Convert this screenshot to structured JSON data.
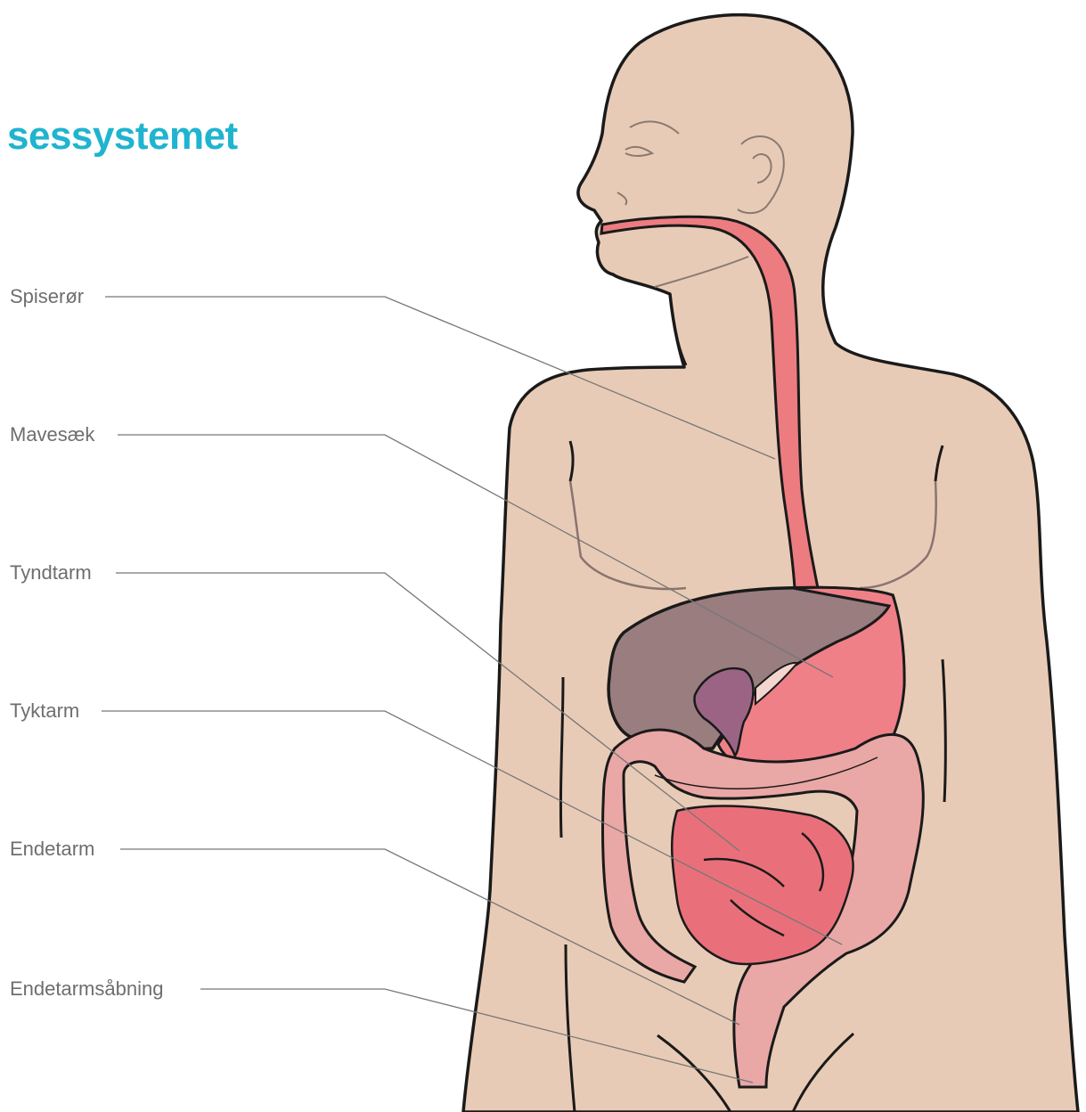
{
  "title": "sessystemet",
  "labels": [
    {
      "id": "spiseror",
      "text": "Spiserør"
    },
    {
      "id": "mavesaek",
      "text": "Mavesæk"
    },
    {
      "id": "tyndtarm",
      "text": "Tyndtarm"
    },
    {
      "id": "tyktarm",
      "text": "Tyktarm"
    },
    {
      "id": "endetarm",
      "text": "Endetarm"
    },
    {
      "id": "endetarmsaabning",
      "text": "Endetarmsåbning"
    }
  ],
  "colors": {
    "title": "#1fb4cf",
    "label_text": "#6e6e6e",
    "skin": "#e8cbb6",
    "outline": "#1a1a1a",
    "esophagus": "#ec7c80",
    "liver": "#9a7d7e",
    "gallbladder": "#9b6485",
    "stomach": "#ef8088",
    "small_intestine": "#e9707a",
    "large_intestine": "#e9a7a5",
    "leader_line": "#777777"
  }
}
